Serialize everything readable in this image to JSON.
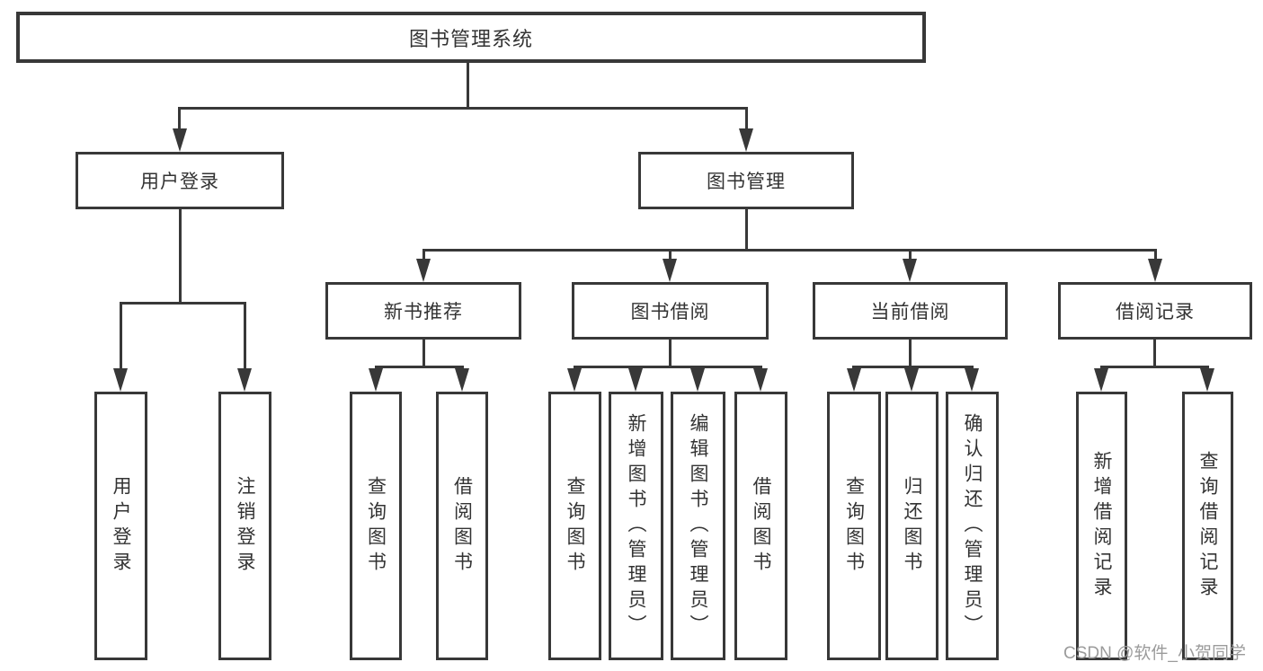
{
  "diagram": {
    "title": "图书管理系统",
    "root": "图书管理系统",
    "level2": [
      "用户登录",
      "图书管理"
    ],
    "level3": [
      "新书推荐",
      "图书借阅",
      "当前借阅",
      "借阅记录"
    ],
    "leaves": [
      "用户登录",
      "注销登录",
      "查询图书",
      "借阅图书",
      "查询图书",
      "新增图书（管理员）",
      "编辑图书（管理员）",
      "借阅图书",
      "查询图书",
      "归还图书",
      "确认归还（管理员）",
      "新增借阅记录",
      "查询借阅记录"
    ]
  },
  "watermark": "CSDN @软件_小贺同学",
  "colors": {
    "line": "#383838",
    "text": "#333333",
    "watermark": "#9b9b9b",
    "background": "#ffffff"
  }
}
